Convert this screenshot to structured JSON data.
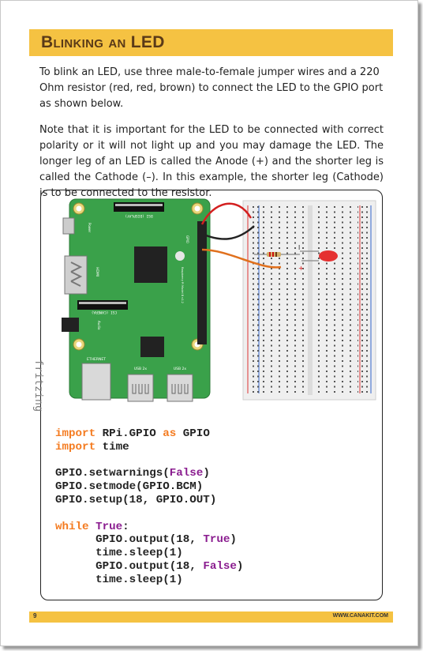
{
  "header": {
    "title": "Blinking an LED"
  },
  "body": {
    "para1": "To blink an LED, use three male-to-female jumper wires and a 220 Ohm resistor (red, red, brown) to connect the LED to the GPIO port as shown below.",
    "para2": "Note that it is important for the LED to be connected with correct polarity or it will not light up and you may damage the LED.  The longer leg of an LED is called the Anode (+) and the shorter leg is called the Cathode (–).  In this example, the shorter leg (Cathode) is to be connected to the resistor."
  },
  "diagram": {
    "watermark": "fritzing",
    "board_labels": {
      "dsi": "DSI (DISPLAY)",
      "power": "Power",
      "hdmi": "HDMI",
      "csi": "CSI (CAMERA)",
      "audio": "Audio",
      "ethernet": "ETHERNET",
      "usb1": "USB 2x",
      "usb2": "USB 2x",
      "gpio": "GPIO",
      "model": "Raspberry Pi Model B v1.2"
    }
  },
  "code": {
    "l1a": "import",
    "l1b": " RPi.GPIO ",
    "l1c": "as",
    "l1d": " GPIO",
    "l2a": "import",
    "l2b": " time",
    "l3a": "GPIO.setwarnings(",
    "l3b": "False",
    "l3c": ")",
    "l4": "GPIO.setmode(GPIO.BCM)",
    "l5": "GPIO.setup(18, GPIO.OUT)",
    "l6a": "while",
    "l6b": " ",
    "l6c": "True",
    "l6d": ":",
    "l7a": "      GPIO.output(18, ",
    "l7b": "True",
    "l7c": ")",
    "l8": "      time.sleep(1)",
    "l9a": "      GPIO.output(18, ",
    "l9b": "False",
    "l9c": ")",
    "l10": "      time.sleep(1)"
  },
  "footer": {
    "page_number": "9",
    "url": "WWW.CANAKIT.COM"
  },
  "colors": {
    "accent": "#f5c242",
    "title": "#5a3a18",
    "keyword": "#f47b20",
    "boolean": "#8a1c8f",
    "board": "#3aa14a"
  }
}
